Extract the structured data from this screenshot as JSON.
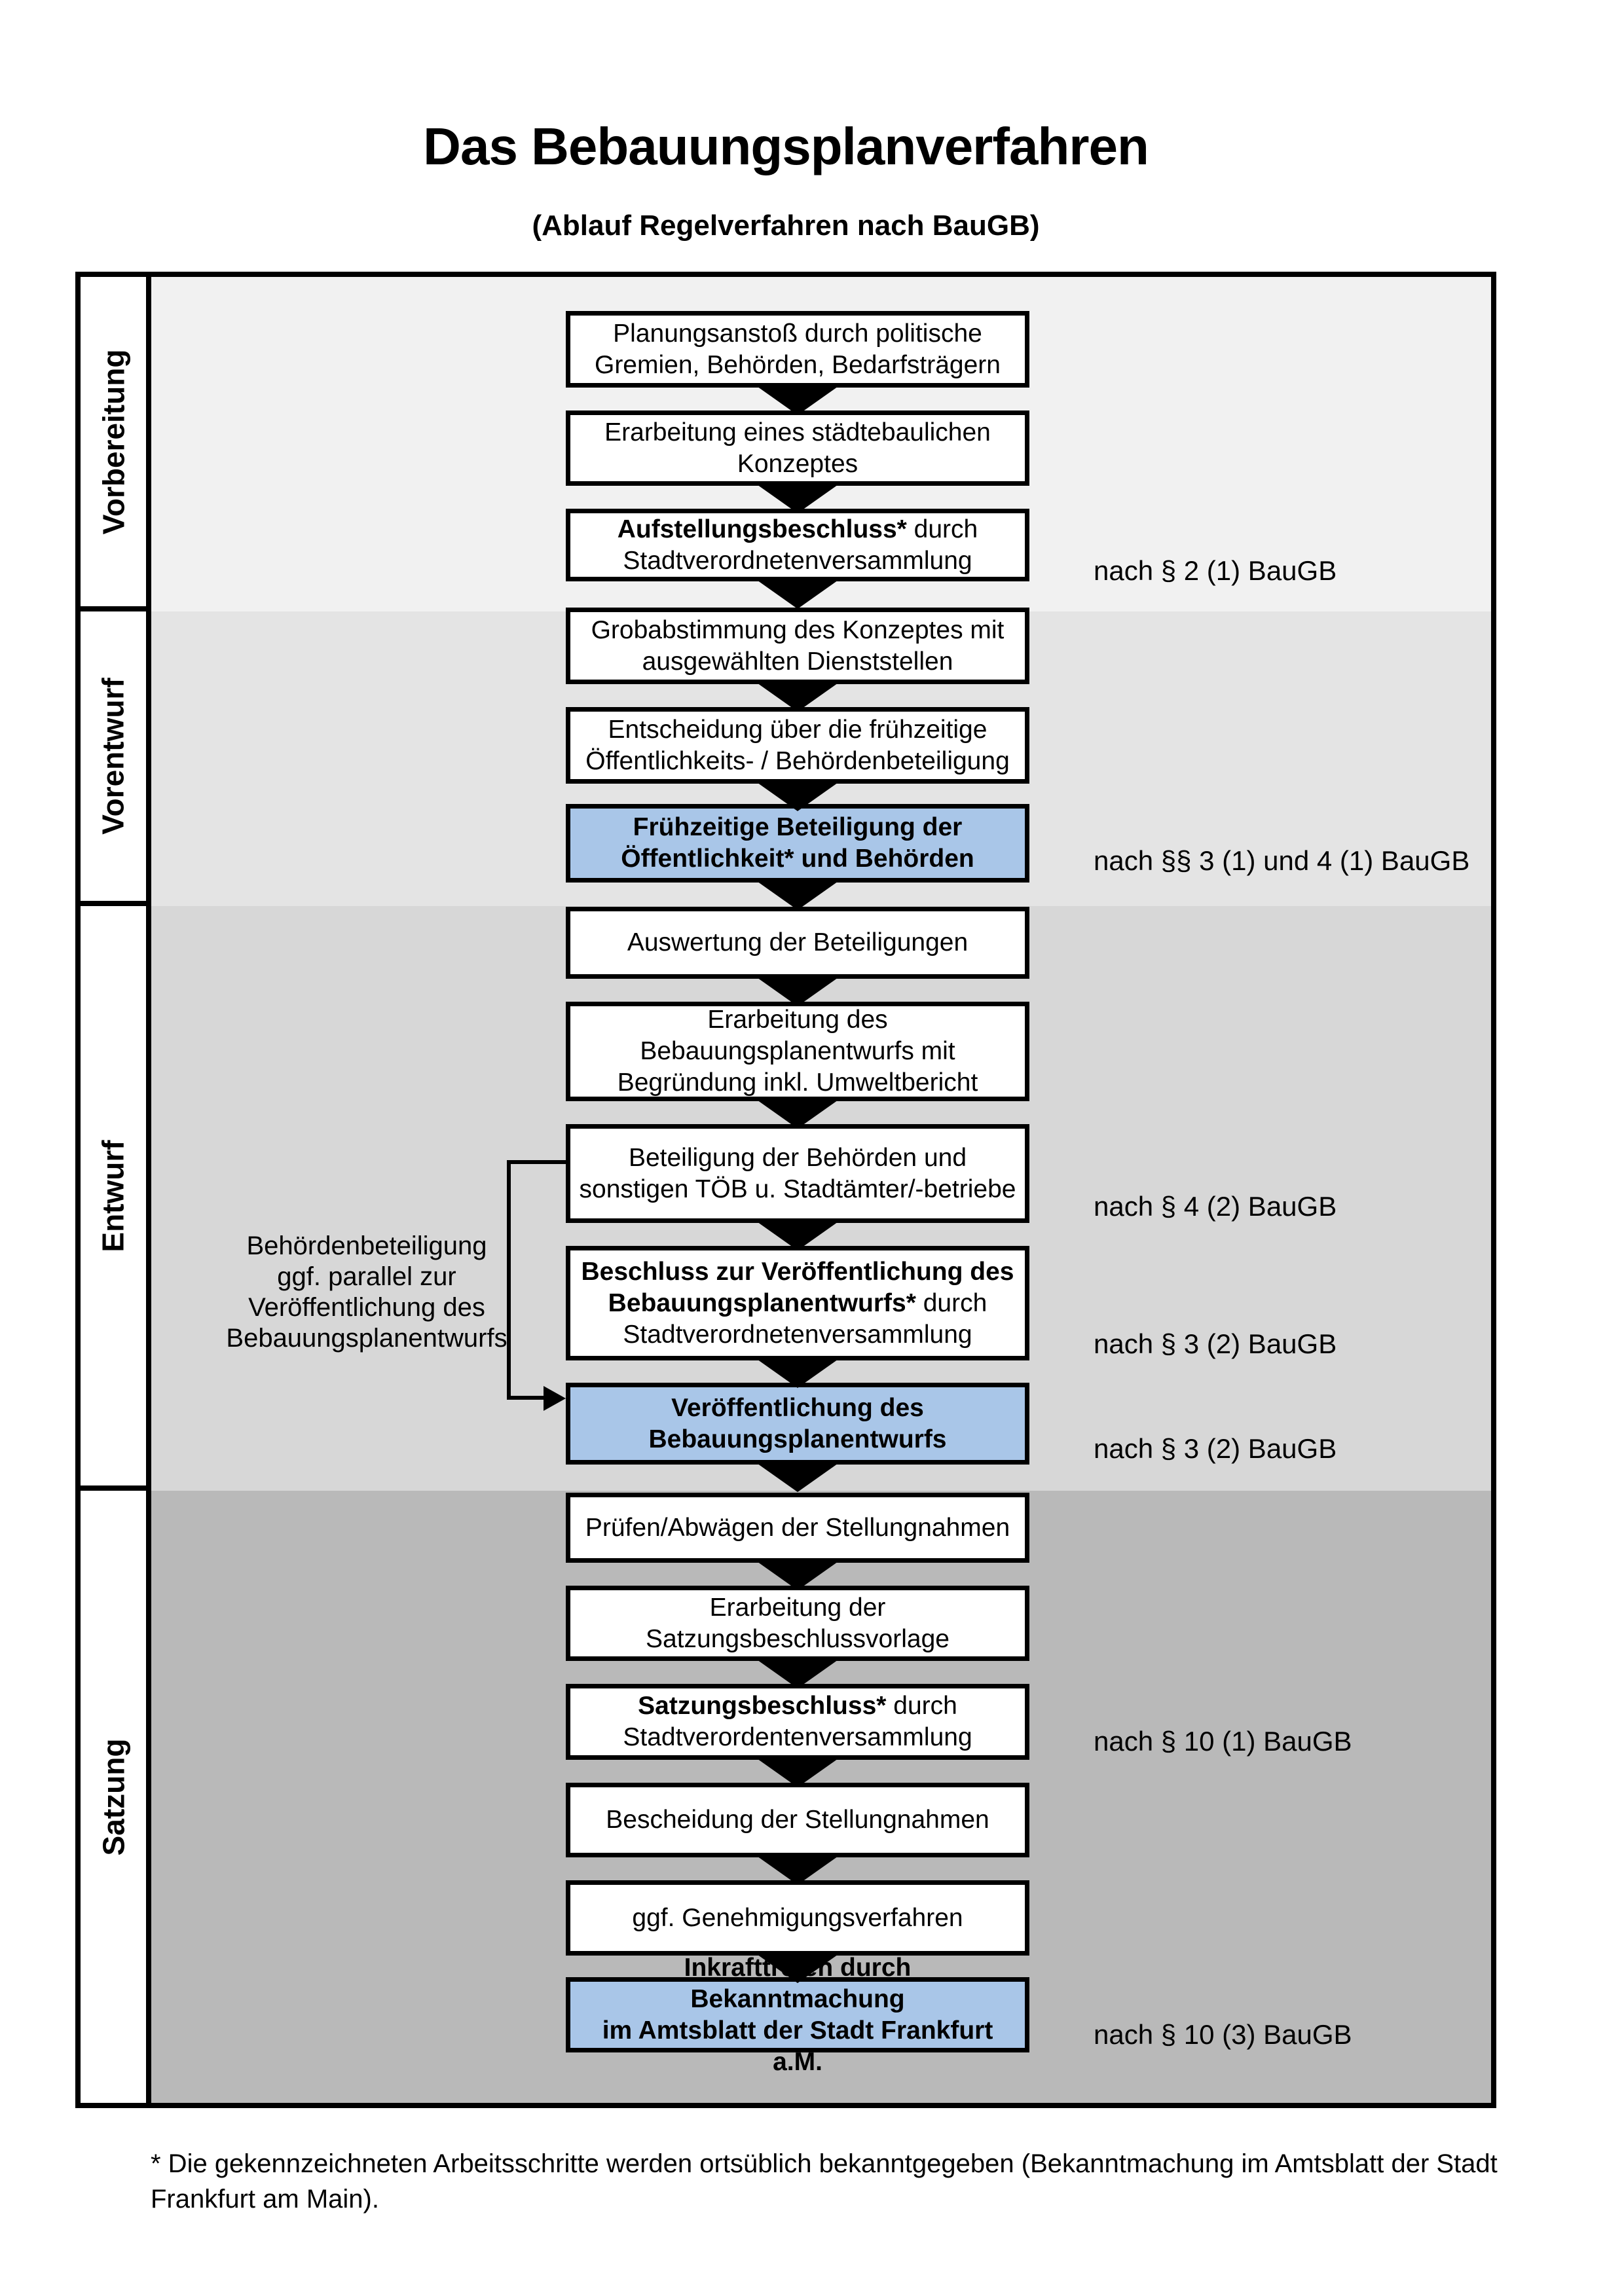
{
  "title": "Das Bebauungsplanverfahren",
  "subtitle": "(Ablauf Regelverfahren nach BauGB)",
  "colors": {
    "phase1_bg": "#f1f1f1",
    "phase2_bg": "#e4e4e4",
    "phase3_bg": "#d7d7d7",
    "phase4_bg": "#b9b9b9",
    "highlight_box_bg": "#a9c6e8",
    "box_border": "#000000"
  },
  "phases": [
    {
      "label": "Vorbereitung"
    },
    {
      "label": "Vorentwurf"
    },
    {
      "label": "Entwurf"
    },
    {
      "label": "Satzung"
    }
  ],
  "flow": {
    "boxes": [
      {
        "segments": [
          {
            "t": "Planungsanstoß durch politische",
            "br": true
          },
          {
            "t": "Gremien, Behörden, Bedarfsträgern"
          }
        ]
      },
      {
        "segments": [
          {
            "t": "Erarbeitung eines städtebaulichen",
            "br": true
          },
          {
            "t": "Konzeptes"
          }
        ]
      },
      {
        "segments": [
          {
            "t": "Aufstellungsbeschluss*",
            "b": true
          },
          {
            "t": " durch",
            "br": true
          },
          {
            "t": "Stadtverordnetenversammlung"
          }
        ]
      },
      {
        "segments": [
          {
            "t": "Grobabstimmung des Konzeptes mit",
            "br": true
          },
          {
            "t": "ausgewählten Dienststellen"
          }
        ]
      },
      {
        "segments": [
          {
            "t": "Entscheidung über die frühzeitige",
            "br": true
          },
          {
            "t": "Öffentlichkeits- / Behördenbeteiligung"
          }
        ]
      },
      {
        "highlight": true,
        "segments": [
          {
            "t": "Frühzeitige Beteiligung der",
            "b": true,
            "br": true
          },
          {
            "t": "Öffentlichkeit* und Behörden",
            "b": true
          }
        ]
      },
      {
        "segments": [
          {
            "t": "Auswertung der Beteiligungen"
          }
        ]
      },
      {
        "segments": [
          {
            "t": "Erarbeitung des",
            "br": true
          },
          {
            "t": "Bebauungsplanentwurfs mit",
            "br": true
          },
          {
            "t": "Begründung inkl. Umweltbericht"
          }
        ]
      },
      {
        "segments": [
          {
            "t": "Beteiligung der Behörden und",
            "br": true
          },
          {
            "t": "sonstigen TÖB u. Stadtämter/-betriebe"
          }
        ]
      },
      {
        "segments": [
          {
            "t": "Beschluss zur Veröffentlichung des",
            "b": true,
            "br": true
          },
          {
            "t": "Bebauungsplanentwurfs*",
            "b": true
          },
          {
            "t": " durch",
            "br": true
          },
          {
            "t": "Stadtverordnetenversammlung"
          }
        ]
      },
      {
        "highlight": true,
        "segments": [
          {
            "t": "Veröffentlichung des",
            "b": true,
            "br": true
          },
          {
            "t": "Bebauungsplanentwurfs",
            "b": true
          }
        ]
      },
      {
        "segments": [
          {
            "t": "Prüfen/Abwägen der Stellungnahmen"
          }
        ]
      },
      {
        "segments": [
          {
            "t": "Erarbeitung der",
            "br": true
          },
          {
            "t": "Satzungsbeschlussvorlage"
          }
        ]
      },
      {
        "segments": [
          {
            "t": "Satzungsbeschluss*",
            "b": true
          },
          {
            "t": " durch",
            "br": true
          },
          {
            "t": "Stadtverordentenversammlung"
          }
        ]
      },
      {
        "segments": [
          {
            "t": "Bescheidung der Stellungnahmen"
          }
        ]
      },
      {
        "segments": [
          {
            "t": "ggf. Genehmigungsverfahren"
          }
        ]
      },
      {
        "highlight": true,
        "segments": [
          {
            "t": "Inkrafttreten",
            "b": true
          },
          {
            "t": " durch Bekanntmachung",
            "br": true
          },
          {
            "t": "im Amtsblatt der Stadt Frankfurt a.M."
          }
        ]
      }
    ]
  },
  "annotations": [
    {
      "text": "nach § 2 (1) BauGB"
    },
    {
      "text": "nach §§ 3 (1) und 4 (1) BauGB"
    },
    {
      "text": "nach § 4 (2) BauGB"
    },
    {
      "text": "nach § 3 (2) BauGB"
    },
    {
      "text": "nach § 3 (2) BauGB"
    },
    {
      "text": "nach § 10 (1) BauGB"
    },
    {
      "text": "nach § 10 (3) BauGB"
    }
  ],
  "side_note": {
    "segments": [
      {
        "t": "Behördenbeteiligung",
        "br": true
      },
      {
        "t": "ggf. parallel zur",
        "br": true
      },
      {
        "t": "Veröffentlichung des",
        "br": true
      },
      {
        "t": "Bebauungsplanentwurfs"
      }
    ]
  },
  "footnote": {
    "segments": [
      {
        "t": "* Die gekennzeichneten Arbeitsschritte werden ortsüblich bekanntgegeben (Bekanntmachung im Amtsblatt  der Stadt",
        "br": true
      },
      {
        "t": "Frankfurt am Main)."
      }
    ]
  }
}
